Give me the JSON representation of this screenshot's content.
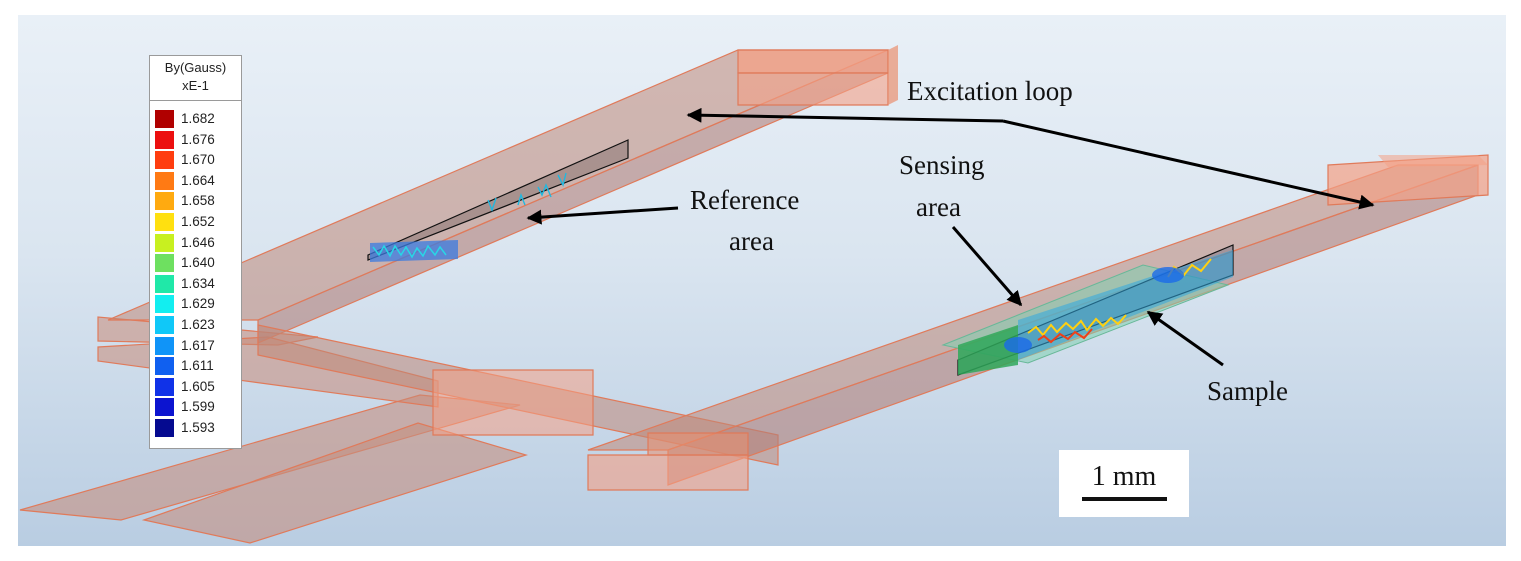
{
  "legend": {
    "title": "By(Gauss)",
    "multiplier": "xE-1",
    "entries": [
      {
        "value": "1.682",
        "color": "#b00000"
      },
      {
        "value": "1.676",
        "color": "#ec1010"
      },
      {
        "value": "1.670",
        "color": "#ff3d10"
      },
      {
        "value": "1.664",
        "color": "#ff7a14"
      },
      {
        "value": "1.658",
        "color": "#ffaa10"
      },
      {
        "value": "1.652",
        "color": "#ffe010"
      },
      {
        "value": "1.646",
        "color": "#c8f020"
      },
      {
        "value": "1.640",
        "color": "#6ee060"
      },
      {
        "value": "1.634",
        "color": "#20e8a8"
      },
      {
        "value": "1.629",
        "color": "#12eef0"
      },
      {
        "value": "1.623",
        "color": "#10c8f8"
      },
      {
        "value": "1.617",
        "color": "#1094f8"
      },
      {
        "value": "1.611",
        "color": "#1060f0"
      },
      {
        "value": "1.605",
        "color": "#1032e8"
      },
      {
        "value": "1.599",
        "color": "#0c14d0"
      },
      {
        "value": "1.593",
        "color": "#050a90"
      }
    ]
  },
  "annotations": {
    "excitation_loop": "Excitation loop",
    "reference_area": [
      "Reference",
      "area"
    ],
    "sensing_area": [
      "Sensing",
      "area"
    ],
    "sample": "Sample"
  },
  "scale_bar": {
    "label": "1 mm"
  },
  "colors": {
    "copper": "#f4a085",
    "copper_edge": "#e07a5a",
    "sample": "#7fcfb0",
    "arrow": "#000000"
  }
}
